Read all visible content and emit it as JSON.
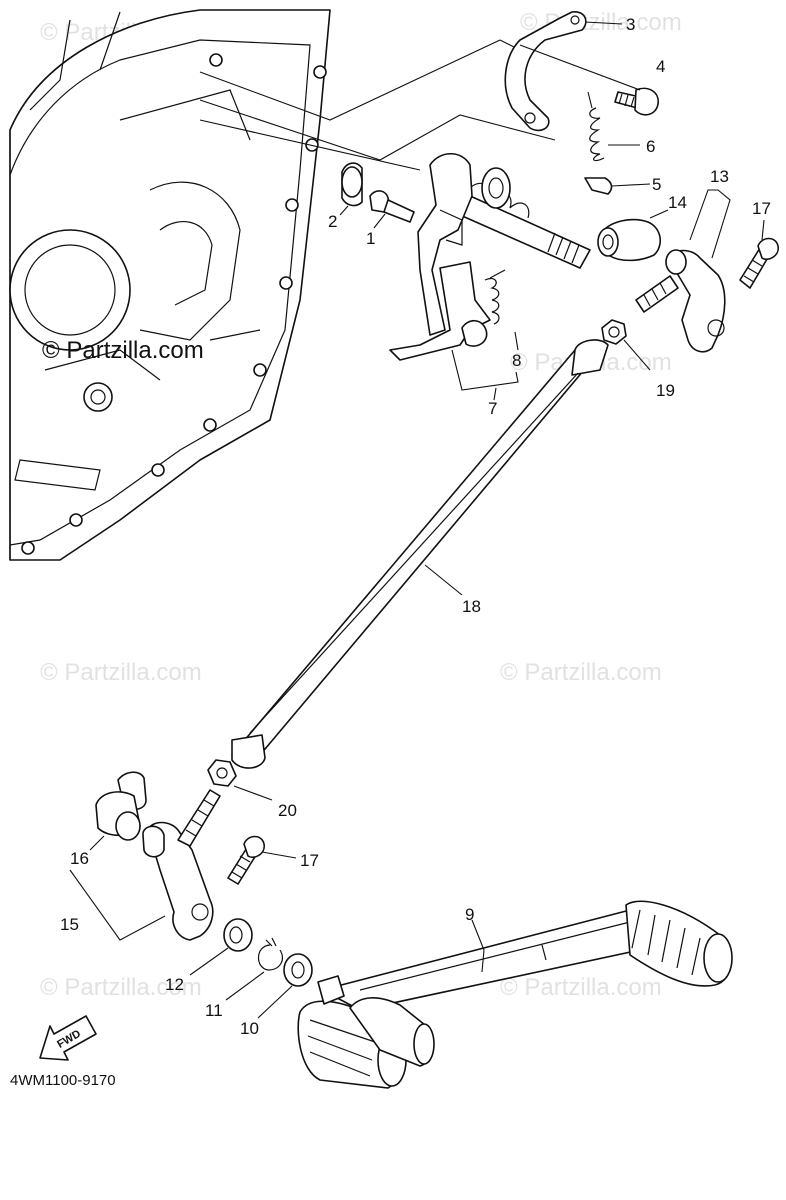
{
  "diagram_code": "4WM1100-9170",
  "fwd_label": "FWD",
  "watermarks": {
    "main": "© Partzilla.com",
    "ghost": "© Partzilla.com"
  },
  "callouts": {
    "c1": "1",
    "c2": "2",
    "c3": "3",
    "c4": "4",
    "c5": "5",
    "c6": "6",
    "c7": "7",
    "c8": "8",
    "c9": "9",
    "c10": "10",
    "c11": "11",
    "c12": "12",
    "c13": "13",
    "c14": "14",
    "c15": "15",
    "c16": "16",
    "c17a": "17",
    "c17b": "17",
    "c18": "18",
    "c19": "19",
    "c20": "20"
  }
}
